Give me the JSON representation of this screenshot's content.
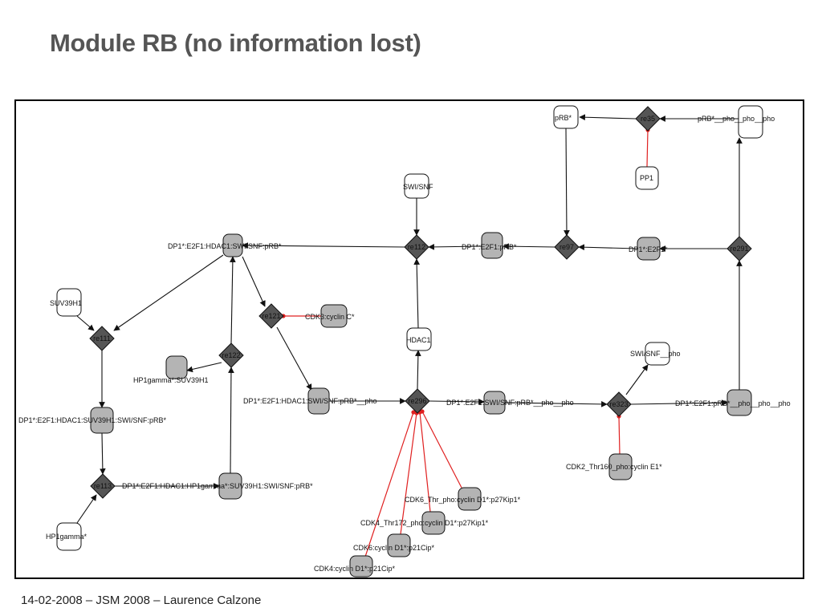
{
  "slide": {
    "title": "Module RB (no information lost)",
    "footer": "14-02-2008 – JSM 2008  –  Laurence Calzone"
  },
  "colors": {
    "reaction_fill": "#555555",
    "complex_fill": "#b4b4b4",
    "species_fill": "#ffffff",
    "edge": "#111111",
    "modifier_edge": "#e02020"
  },
  "species": [
    {
      "id": "prb",
      "label": "pRB*",
      "shape": "simple"
    },
    {
      "id": "prb_pho",
      "label": "pRB*__pho__pho__pho",
      "shape": "simple"
    },
    {
      "id": "pp1",
      "label": "PP1",
      "shape": "simple"
    },
    {
      "id": "swisnf",
      "label": "SWI/SNF",
      "shape": "simple"
    },
    {
      "id": "c_hdac",
      "label": "DP1*:E2F1:HDAC1:SWI/SNF:pRB*",
      "shape": "complex"
    },
    {
      "id": "c_e2f1prb",
      "label": "DP1*:E2F1:pRB*",
      "shape": "complex"
    },
    {
      "id": "c_e2f1",
      "label": "DP1*:E2F1*",
      "shape": "complex"
    },
    {
      "id": "suv39h1",
      "label": "SUV39H1",
      "shape": "simple"
    },
    {
      "id": "cdk3",
      "label": "CDK3:cyclin C*",
      "shape": "complex"
    },
    {
      "id": "hdac1",
      "label": "HDAC1",
      "shape": "simple"
    },
    {
      "id": "swisnfpho",
      "label": "SWI/SNF__pho",
      "shape": "simple"
    },
    {
      "id": "hp1suv",
      "label": "HP1gamma*:SUV39H1",
      "shape": "complex"
    },
    {
      "id": "c_hdacpho",
      "label": "DP1*:E2F1:HDAC1:SWI/SNF:pRB*__pho",
      "shape": "complex"
    },
    {
      "id": "c_swipho",
      "label": "DP1*:E2F1:SWI/SNF:pRB*__pho__pho",
      "shape": "complex"
    },
    {
      "id": "c_phophopho",
      "label": "DP1*:E2F1:pRB*__pho__pho__pho",
      "shape": "complex"
    },
    {
      "id": "c_suvswi",
      "label": "DP1*:E2F1:HDAC1:SUV39H1:SWI/SNF:pRB*",
      "shape": "complex"
    },
    {
      "id": "c_hp1",
      "label": "DP1*:E2F1:HDAC1:HP1gamma*:SUV39H1:SWI/SNF:pRB*",
      "shape": "complex"
    },
    {
      "id": "cdk2",
      "label": "CDK2_Thr160_pho:cyclin E1*",
      "shape": "complex"
    },
    {
      "id": "cdk6kip",
      "label": "CDK6_Thr_pho:cyclin D1*:p27Kip1*",
      "shape": "complex"
    },
    {
      "id": "cdk4kip",
      "label": "CDK4_Thr172_pho:cyclin D1*:p27Kip1*",
      "shape": "complex"
    },
    {
      "id": "cdk6cip",
      "label": "CDK6:cyclin D1*:p21Cip*",
      "shape": "complex"
    },
    {
      "id": "cdk4cip",
      "label": "CDK4:cyclin D1*:p21Cip*",
      "shape": "complex"
    },
    {
      "id": "hp1gamma",
      "label": "HP1gamma*",
      "shape": "simple"
    }
  ],
  "reactions": [
    {
      "id": "re35",
      "label": "re35"
    },
    {
      "id": "re112",
      "label": "re112"
    },
    {
      "id": "re97",
      "label": "re97"
    },
    {
      "id": "re291",
      "label": "re291"
    },
    {
      "id": "re111",
      "label": "re111"
    },
    {
      "id": "re121",
      "label": "re121"
    },
    {
      "id": "re122",
      "label": "re122"
    },
    {
      "id": "re296",
      "label": "re296"
    },
    {
      "id": "re323",
      "label": "re323"
    },
    {
      "id": "re113",
      "label": "re113"
    }
  ],
  "edges": [
    {
      "from": "prb_pho",
      "to": "re35",
      "kind": "consume"
    },
    {
      "from": "re35",
      "to": "prb",
      "kind": "produce"
    },
    {
      "from": "pp1",
      "to": "re35",
      "kind": "modifier"
    },
    {
      "from": "prb",
      "to": "re97",
      "kind": "produce"
    },
    {
      "from": "c_e2f1",
      "to": "re97",
      "kind": "produce"
    },
    {
      "from": "re97",
      "to": "c_e2f1prb",
      "kind": "produce"
    },
    {
      "from": "c_e2f1prb",
      "to": "re112",
      "kind": "produce"
    },
    {
      "from": "swisnf",
      "to": "re112",
      "kind": "produce"
    },
    {
      "from": "hdac1",
      "to": "re112",
      "kind": "produce"
    },
    {
      "from": "re112",
      "to": "c_hdac",
      "kind": "produce"
    },
    {
      "from": "re291",
      "to": "c_e2f1",
      "kind": "produce"
    },
    {
      "from": "re291",
      "to": "prb_pho",
      "kind": "produce"
    },
    {
      "from": "c_phophopho",
      "to": "re291",
      "kind": "produce"
    },
    {
      "from": "c_hdac",
      "to": "re111",
      "kind": "produce"
    },
    {
      "from": "suv39h1",
      "to": "re111",
      "kind": "produce"
    },
    {
      "from": "re111",
      "to": "c_suvswi",
      "kind": "produce"
    },
    {
      "from": "c_suvswi",
      "to": "re113",
      "kind": "produce"
    },
    {
      "from": "hp1gamma",
      "to": "re113",
      "kind": "produce"
    },
    {
      "from": "re113",
      "to": "c_hp1",
      "kind": "produce"
    },
    {
      "from": "c_hp1",
      "to": "re122",
      "kind": "produce"
    },
    {
      "from": "re122",
      "to": "c_hdac",
      "kind": "produce"
    },
    {
      "from": "re122",
      "to": "hp1suv",
      "kind": "produce"
    },
    {
      "from": "c_hdac",
      "to": "re121",
      "kind": "produce"
    },
    {
      "from": "cdk3",
      "to": "re121",
      "kind": "modifier"
    },
    {
      "from": "re121",
      "to": "c_hdacpho",
      "kind": "produce"
    },
    {
      "from": "c_hdacpho",
      "to": "re296",
      "kind": "produce"
    },
    {
      "from": "re296",
      "to": "hdac1",
      "kind": "produce"
    },
    {
      "from": "re296",
      "to": "c_swipho",
      "kind": "produce"
    },
    {
      "from": "cdk6kip",
      "to": "re296",
      "kind": "modifier"
    },
    {
      "from": "cdk4kip",
      "to": "re296",
      "kind": "modifier"
    },
    {
      "from": "cdk6cip",
      "to": "re296",
      "kind": "modifier"
    },
    {
      "from": "cdk4cip",
      "to": "re296",
      "kind": "modifier"
    },
    {
      "from": "c_swipho",
      "to": "re323",
      "kind": "produce"
    },
    {
      "from": "re323",
      "to": "swisnfpho",
      "kind": "produce"
    },
    {
      "from": "re323",
      "to": "c_phophopho",
      "kind": "produce"
    },
    {
      "from": "cdk2",
      "to": "re323",
      "kind": "modifier"
    }
  ]
}
